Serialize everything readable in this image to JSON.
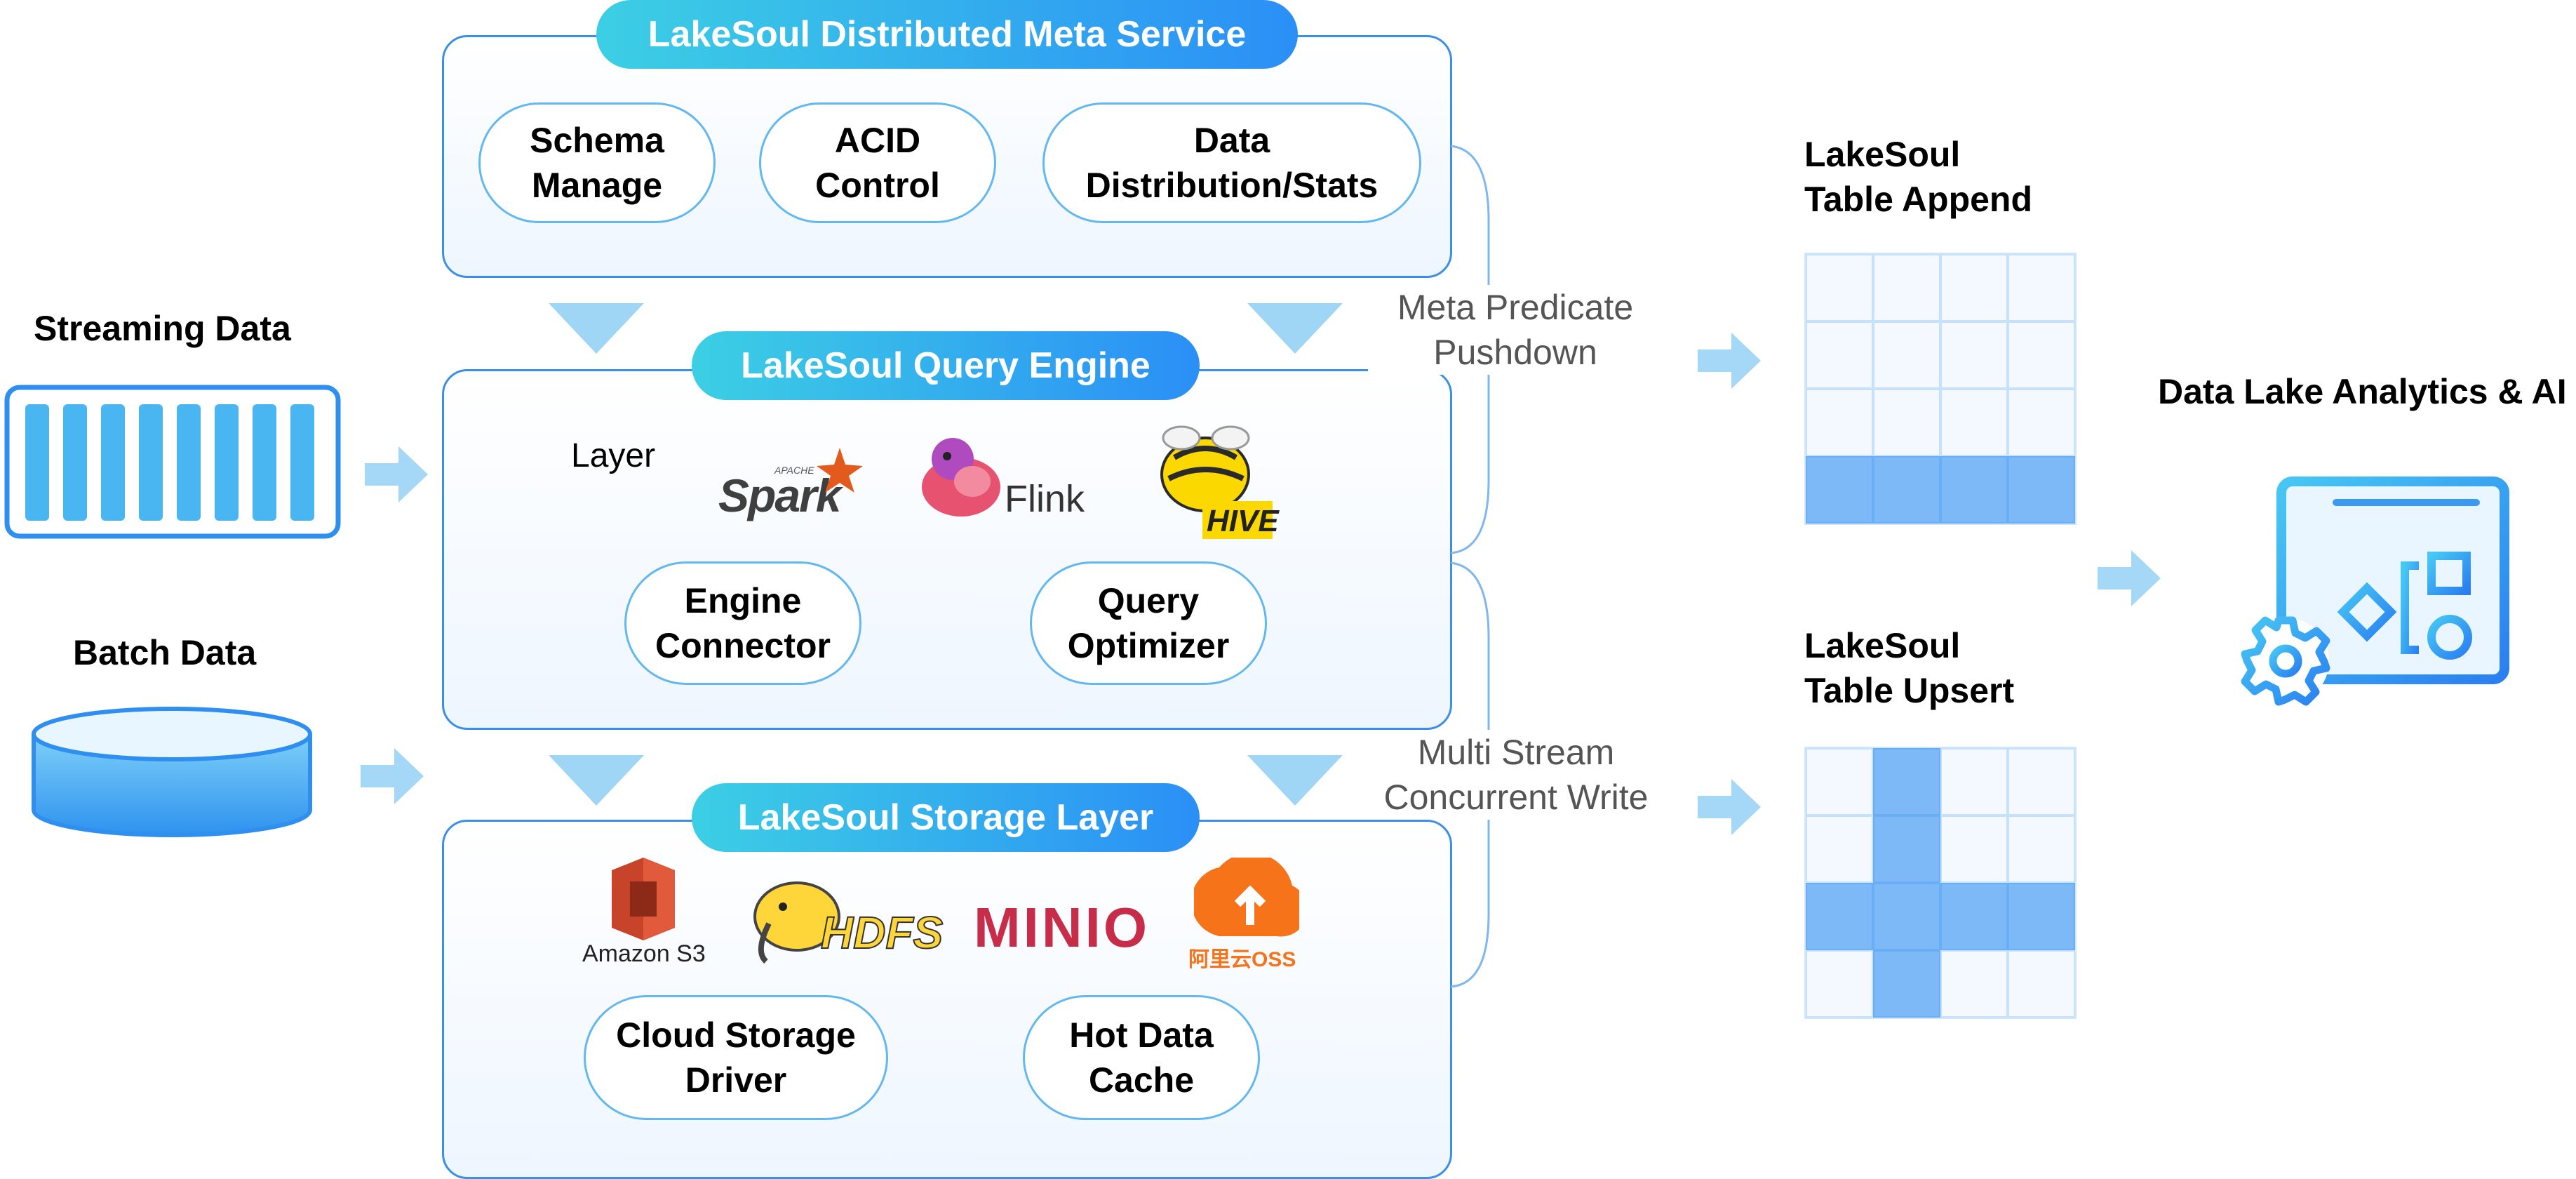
{
  "inputs": {
    "streaming_label": "Streaming Data",
    "batch_label": "Batch Data"
  },
  "meta_service": {
    "title": "LakeSoul Distributed Meta Service",
    "components": [
      "Schema\nManage",
      "ACID\nControl",
      "Data\nDistribution/Stats"
    ]
  },
  "query_engine": {
    "title": "LakeSoul Query Engine",
    "layer_label": "Layer",
    "engines": [
      "Spark",
      "Flink",
      "HIVE"
    ],
    "spark_small": "APACHE",
    "components": [
      "Engine\nConnector",
      "Query\nOptimizer"
    ]
  },
  "storage_layer": {
    "title": "LakeSoul Storage Layer",
    "providers": [
      "Amazon S3",
      "HDFS",
      "MINIO",
      "阿里云OSS"
    ],
    "components": [
      "Cloud Storage\nDriver",
      "Hot Data\nCache"
    ]
  },
  "annotations": {
    "meta_pushdown": "Meta Predicate\nPushdown",
    "multi_stream": "Multi Stream\nConcurrent Write"
  },
  "tables": {
    "append_label": "LakeSoul\nTable Append",
    "upsert_label": "LakeSoul\nTable Upsert"
  },
  "analytics": {
    "label": "Data Lake Analytics & AI"
  },
  "colors": {
    "accent": "#2b8ff6",
    "accent_light": "#3ccfe4",
    "panel_border": "#3b8fe8",
    "arrow": "#9fd6f6",
    "grid_highlight": "#7db8f7"
  }
}
